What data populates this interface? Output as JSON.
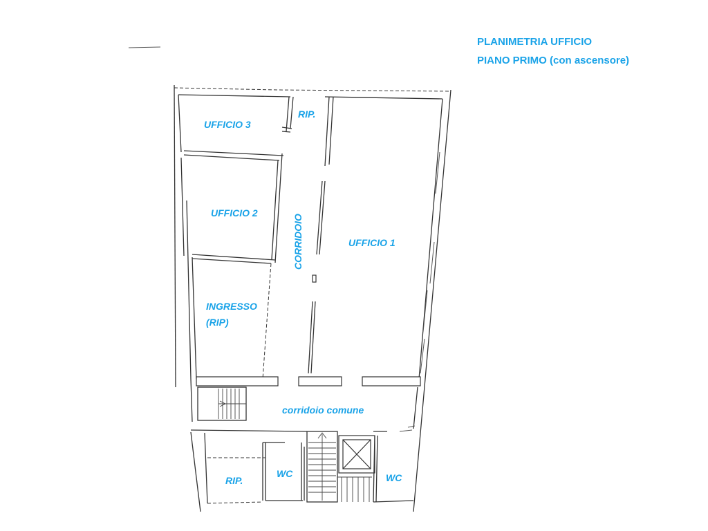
{
  "title": {
    "line1": "PLANIMETRIA UFFICIO",
    "line2": "PIANO PRIMO (con ascensore)"
  },
  "rooms": {
    "ufficio3": "UFFICIO 3",
    "rip_top": "RIP.",
    "ufficio2": "UFFICIO 2",
    "corridoio": "CORRIDOIO",
    "ufficio1": "UFFICIO 1",
    "ingresso_line1": "INGRESSO",
    "ingresso_line2": "(RIP)",
    "corridoio_comune": "corridoio comune",
    "rip_bottom": "RIP.",
    "wc_left": "WC",
    "wc_right": "WC"
  },
  "colors": {
    "label": "#1aa3e8",
    "walls": "#333333",
    "background": "#ffffff"
  }
}
